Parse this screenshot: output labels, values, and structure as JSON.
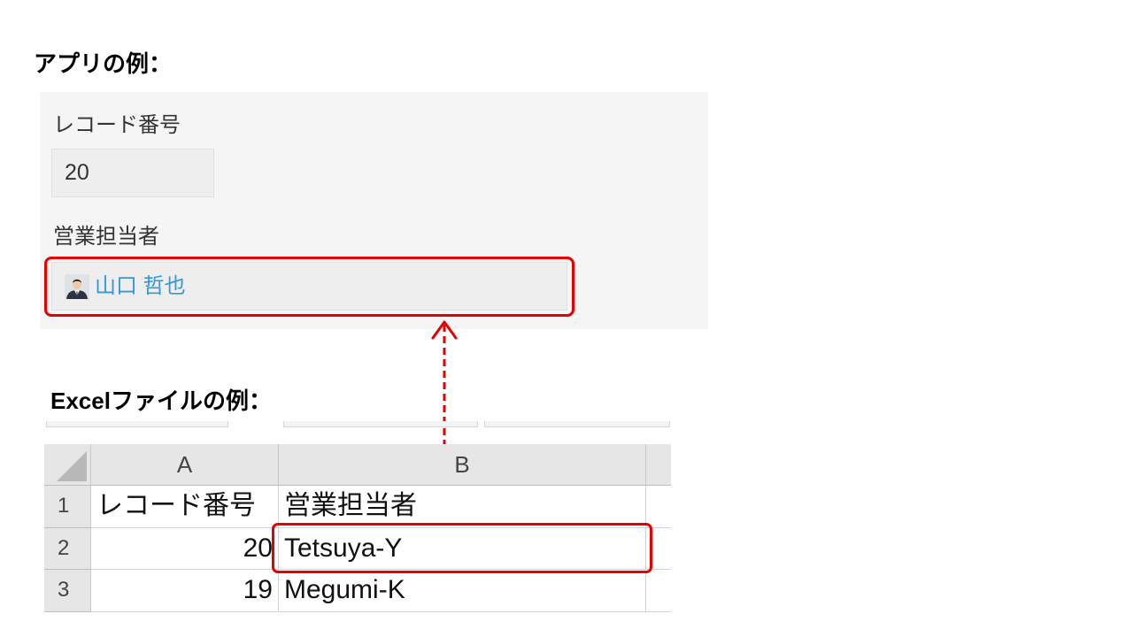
{
  "slide": {
    "app_heading": "アプリの例：",
    "excel_heading": "Excelファイルの例："
  },
  "app_form": {
    "record_number": {
      "label": "レコード番号",
      "value": "20"
    },
    "sales_rep": {
      "label": "営業担当者",
      "avatar_icon": "user-avatar-icon",
      "user_name": "山口 哲也"
    }
  },
  "excel": {
    "select_all_icon": "select-all-triangle-icon",
    "column_headers": [
      "A",
      "B"
    ],
    "rows": [
      {
        "row_number": "1",
        "a": "レコード番号",
        "b": "営業担当者"
      },
      {
        "row_number": "2",
        "a": "20",
        "b": "Tetsuya-Y"
      },
      {
        "row_number": "3",
        "a": "19",
        "b": "Megumi-K"
      }
    ]
  },
  "annotations": {
    "arrow_icon": "dashed-up-arrow-icon"
  },
  "colors": {
    "highlight": "#e60000",
    "user_link": "#3498db",
    "form_panel": "#f5f5f5",
    "field_background": "#eeeeee",
    "sheet_header": "#e6e6e6"
  }
}
